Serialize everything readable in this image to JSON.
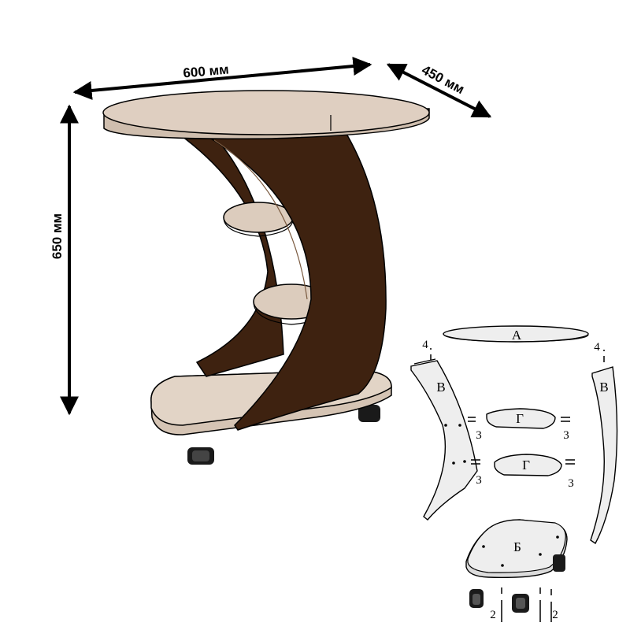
{
  "dimensions": {
    "width": "600 мм",
    "depth": "450 мм",
    "height": "650 мм"
  },
  "parts": {
    "top": "А",
    "base": "Б",
    "side_left": "В",
    "side_right": "В",
    "shelf_upper": "Г",
    "shelf_lower": "Г"
  },
  "fastener_counts": {
    "top_left": "4",
    "top_right": "4",
    "shelf_upper_left": "3",
    "shelf_upper_right": "3",
    "shelf_lower_left": "3",
    "shelf_lower_right": "3",
    "casters_left": "2",
    "casters_right": "2"
  },
  "colors": {
    "wood_dark": "#3e2210",
    "wood_light": "#dcccbd",
    "part_fill": "#eeeeee",
    "outline": "#000000"
  }
}
